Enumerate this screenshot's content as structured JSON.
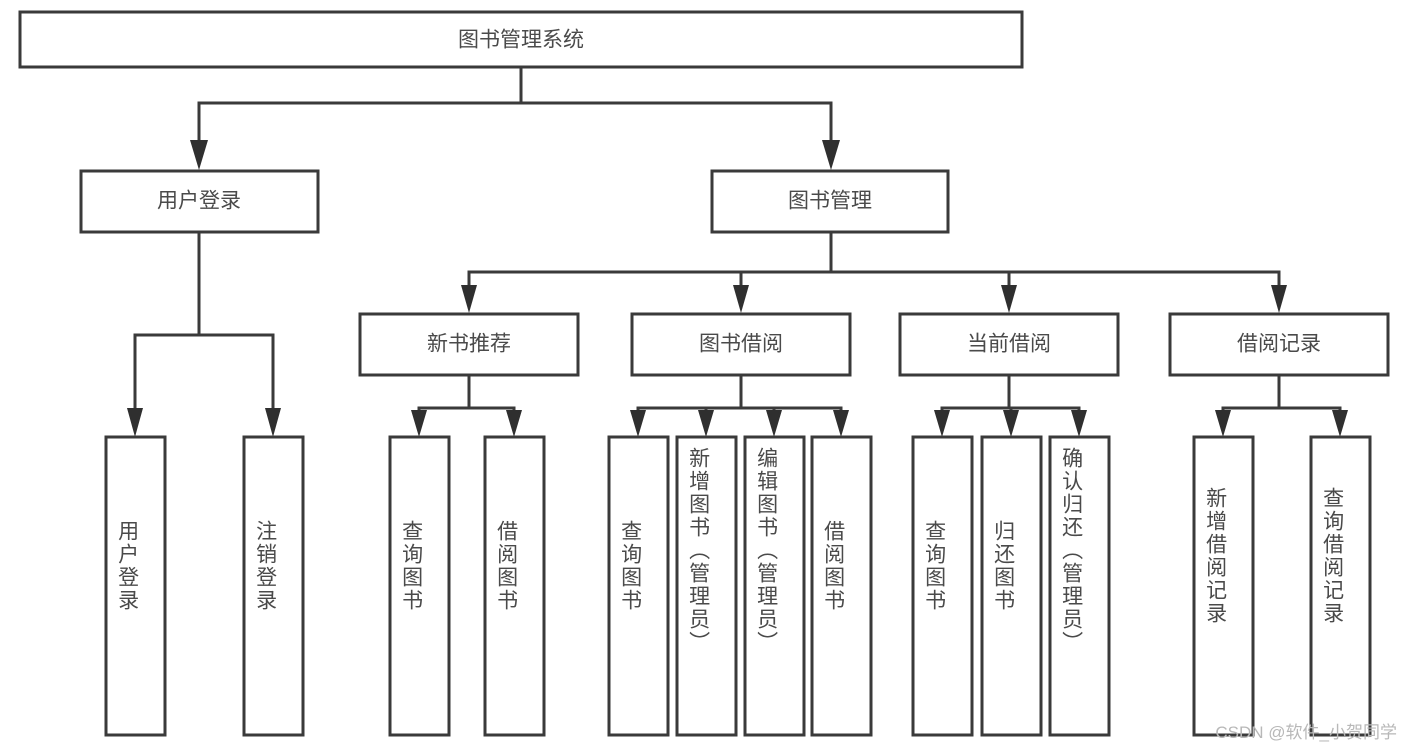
{
  "diagram": {
    "type": "tree-hierarchy-chart",
    "title": "图书管理系统",
    "background_color": "#ffffff",
    "stroke_color": "#3a3a3a",
    "text_color": "#4a4a4a",
    "watermark": "CSDN @软件_小贺同学",
    "levels": {
      "root": {
        "label": "图书管理系统"
      },
      "level1": [
        {
          "id": "user-login",
          "label": "用户登录"
        },
        {
          "id": "book-management",
          "label": "图书管理"
        }
      ],
      "level2": [
        {
          "id": "new-book-recommend",
          "label": "新书推荐",
          "parent": "book-management"
        },
        {
          "id": "book-borrow",
          "label": "图书借阅",
          "parent": "book-management"
        },
        {
          "id": "current-borrow",
          "label": "当前借阅",
          "parent": "book-management"
        },
        {
          "id": "borrow-record",
          "label": "借阅记录",
          "parent": "book-management"
        }
      ],
      "leaves": [
        {
          "id": "leaf-user-login",
          "label": "用户登录",
          "parent": "user-login"
        },
        {
          "id": "leaf-logout-login",
          "label": "注销登录",
          "parent": "user-login"
        },
        {
          "id": "leaf-query-book-1",
          "label": "查询图书",
          "parent": "new-book-recommend"
        },
        {
          "id": "leaf-borrow-book-1",
          "label": "借阅图书",
          "parent": "new-book-recommend"
        },
        {
          "id": "leaf-query-book-2",
          "label": "查询图书",
          "parent": "book-borrow"
        },
        {
          "id": "leaf-add-book-admin",
          "label": "新增图书（管理员）",
          "parent": "book-borrow"
        },
        {
          "id": "leaf-edit-book-admin",
          "label": "编辑图书（管理员）",
          "parent": "book-borrow"
        },
        {
          "id": "leaf-borrow-book-2",
          "label": "借阅图书",
          "parent": "book-borrow"
        },
        {
          "id": "leaf-query-book-3",
          "label": "查询图书",
          "parent": "current-borrow"
        },
        {
          "id": "leaf-return-book",
          "label": "归还图书",
          "parent": "current-borrow"
        },
        {
          "id": "leaf-confirm-return-admin",
          "label": "确认归还（管理员）",
          "parent": "current-borrow"
        },
        {
          "id": "leaf-add-borrow-record",
          "label": "新增借阅记录",
          "parent": "borrow-record"
        },
        {
          "id": "leaf-query-borrow-record",
          "label": "查询借阅记录",
          "parent": "borrow-record"
        }
      ]
    }
  }
}
